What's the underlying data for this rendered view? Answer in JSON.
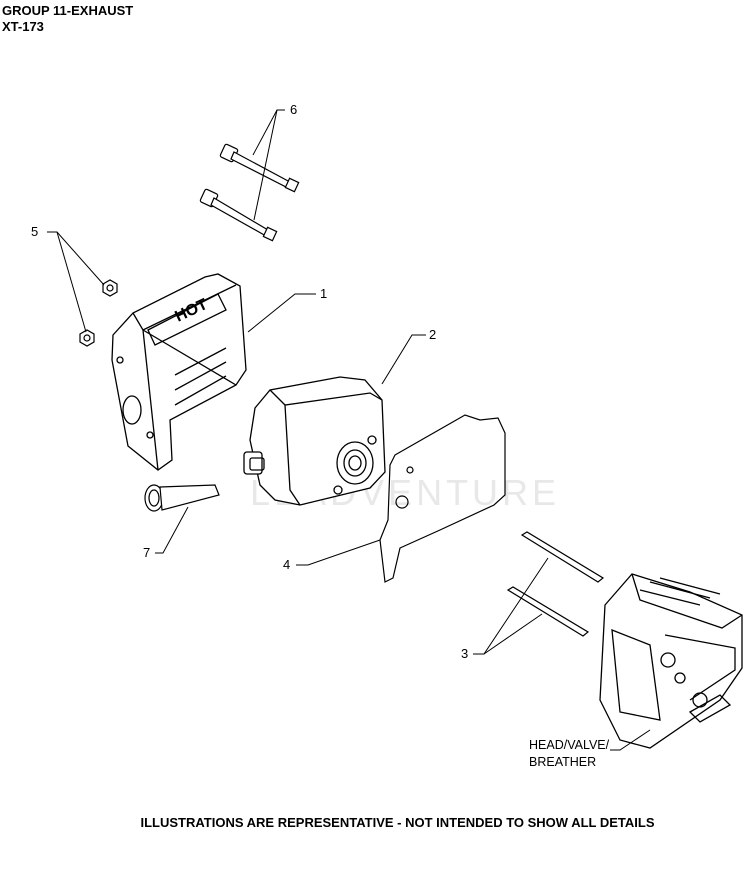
{
  "header": {
    "group": "GROUP 11-EXHAUST",
    "model": "XT-173"
  },
  "callouts": {
    "c1": "1",
    "c2": "2",
    "c3": "3",
    "c4": "4",
    "c5": "5",
    "c6": "6",
    "c7": "7"
  },
  "reference_label": {
    "line1": "HEAD/VALVE/",
    "line2": "BREATHER"
  },
  "footer": "ILLUSTRATIONS ARE REPRESENTATIVE - NOT INTENDED TO SHOW ALL DETAILS",
  "watermark": "LEADVENTURE"
}
